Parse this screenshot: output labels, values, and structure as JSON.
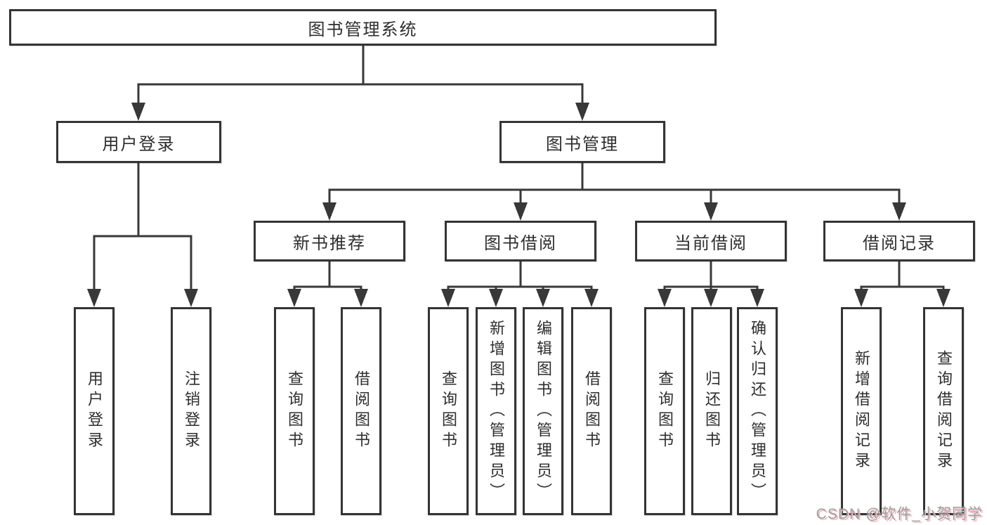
{
  "tree": {
    "root": {
      "label": "图书管理系统"
    },
    "level2": [
      {
        "label": "用户登录",
        "leaves": [
          {
            "label": "用户登录"
          },
          {
            "label": "注销登录"
          }
        ]
      },
      {
        "label": "图书管理",
        "level3": [
          {
            "label": "新书推荐",
            "leaves": [
              {
                "label": "查询图书"
              },
              {
                "label": "借阅图书"
              }
            ]
          },
          {
            "label": "图书借阅",
            "leaves": [
              {
                "label": "查询图书"
              },
              {
                "label": "新增图书（管理员）"
              },
              {
                "label": "编辑图书（管理员）"
              },
              {
                "label": "借阅图书"
              }
            ]
          },
          {
            "label": "当前借阅",
            "leaves": [
              {
                "label": "查询图书"
              },
              {
                "label": "归还图书"
              },
              {
                "label": "确认归还（管理员）"
              }
            ]
          },
          {
            "label": "借阅记录",
            "leaves": [
              {
                "label": "新增借阅记录"
              },
              {
                "label": "查询借阅记录"
              }
            ]
          }
        ]
      }
    ]
  },
  "watermark": {
    "text": "CSDN @软件_小贺同学"
  },
  "colors": {
    "line": "#383838",
    "box_border": "#343434",
    "text": "#2e2e2e",
    "background": "#ffffff",
    "watermark_gray": "#9e9e9e",
    "watermark_pink": "#f3b9c1"
  }
}
